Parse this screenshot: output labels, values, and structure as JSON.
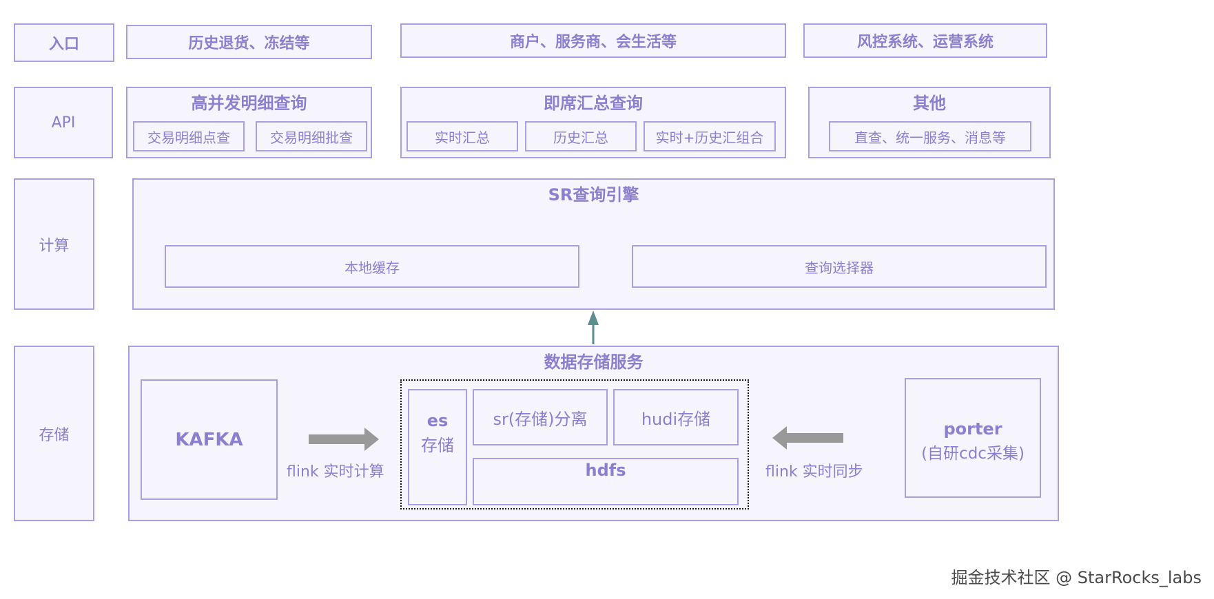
{
  "layers": {
    "entry": "入口",
    "api": "API",
    "compute": "计算",
    "storage": "存储"
  },
  "entry_row": [
    "历史退货、冻结等",
    "商户、服务商、会生活等",
    "风控系统、运营系统"
  ],
  "api_row": {
    "detail": {
      "title": "高并发明细查询",
      "items": [
        "交易明细点查",
        "交易明细批查"
      ]
    },
    "adhoc": {
      "title": "即席汇总查询",
      "items": [
        "实时汇总",
        "历史汇总",
        "实时+历史汇组合"
      ]
    },
    "other": {
      "title": "其他",
      "items": [
        "直查、统一服务、消息等"
      ]
    }
  },
  "compute_row": {
    "title": "SR查询引擎",
    "items": [
      "本地缓存",
      "查询选择器"
    ]
  },
  "storage_row": {
    "title": "数据存储服务",
    "kafka": "KAFKA",
    "flink_compute": "flink 实时计算",
    "es_line1": "es",
    "es_line2": "存储",
    "sr_storage": "sr(存储)分离",
    "hudi": "hudi存储",
    "hdfs": "hdfs",
    "flink_sync": "flink 实时同步",
    "porter_line1": "porter",
    "porter_line2": "(自研cdc采集)"
  },
  "watermark": "掘金技术社区 @ StarRocks_labs",
  "colors": {
    "border": "#a99ee0",
    "fill": "#f6f5fd",
    "text": "#8c7fd0",
    "teal_arrow": "#5b8e8e",
    "grey_arrow": "#999999"
  }
}
